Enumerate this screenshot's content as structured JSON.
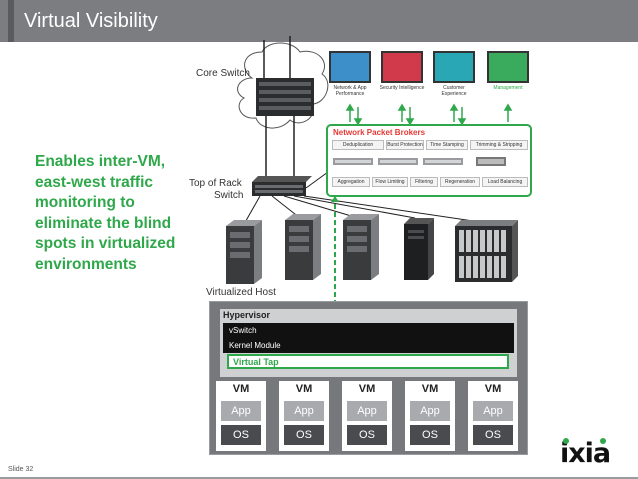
{
  "slide": {
    "title": "Virtual Visibility",
    "number_label": "Slide",
    "number": "32",
    "description": "Enables  inter-VM, east-west traffic monitoring to eliminate the blind spots in virtualized environments"
  },
  "labels": {
    "core_switch": "Core Switch",
    "tor_line1": "Top of Rack",
    "tor_line2": "Switch",
    "virtualized_host": "Virtualized Host"
  },
  "npb": {
    "title": "Network Packet Brokers",
    "features_top": [
      "Deduplication",
      "Burst Protection",
      "Time Stamping",
      "Trimming & Stripping"
    ],
    "features_bottom": [
      "Aggregation",
      "Flow Limiting",
      "Filtering",
      "Regeneration",
      "Load Balancing"
    ]
  },
  "tools": [
    {
      "label": "Network & App Performance",
      "color": "#3c8fc9"
    },
    {
      "label": "Security Intelligence",
      "color": "#d13a4a"
    },
    {
      "label": "Customer Experience",
      "color": "#2aa7b4"
    },
    {
      "label": "Management",
      "color": "#3aaa5c"
    }
  ],
  "hypervisor": {
    "title": "Hypervisor",
    "vswitch": "vSwitch",
    "kernel": "Kernel Module",
    "virtual_tap": "Virtual Tap"
  },
  "vms": [
    {
      "title": "VM",
      "app": "App",
      "os": "OS"
    },
    {
      "title": "VM",
      "app": "App",
      "os": "OS"
    },
    {
      "title": "VM",
      "app": "App",
      "os": "OS"
    },
    {
      "title": "VM",
      "app": "App",
      "os": "OS"
    },
    {
      "title": "VM",
      "app": "App",
      "os": "OS"
    }
  ],
  "logo": "ixia",
  "colors": {
    "accent_green": "#2ea84a",
    "title_bar": "#7b7d80",
    "npb_title": "#e53935"
  }
}
